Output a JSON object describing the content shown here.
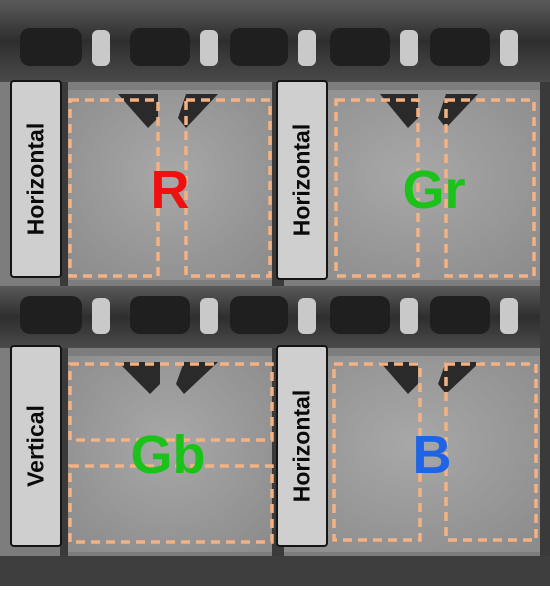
{
  "quadrants": [
    {
      "id": "R",
      "channel": "R",
      "orientation": "Horizontal",
      "channel_color": "#f01010"
    },
    {
      "id": "Gr",
      "channel": "Gr",
      "orientation": "Horizontal",
      "channel_color": "#1ac21a"
    },
    {
      "id": "Gb",
      "channel": "Gb",
      "orientation": "Vertical",
      "channel_color": "#1ac21a"
    },
    {
      "id": "B",
      "channel": "B",
      "orientation": "Horizontal",
      "channel_color": "#1f63e6"
    }
  ],
  "colors": {
    "photodiode_outline": "#f4b183",
    "label_fill": "#cfcfcf",
    "label_border": "#141414",
    "silicon_gray": "#9a9a9a",
    "grid_dark": "#3a3a3a"
  }
}
